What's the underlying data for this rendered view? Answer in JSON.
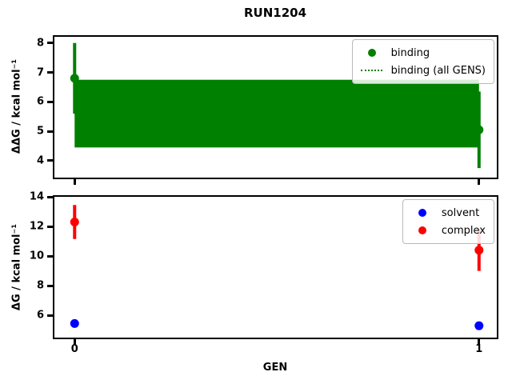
{
  "figure": {
    "background": "#ffffff",
    "axis_color": "#000000",
    "legend_border_color": "#b9b9b9"
  },
  "chart_data": [
    {
      "type": "scatter",
      "title": "RUN1204",
      "xlabel": "",
      "ylabel": "ΔΔG / kcal mol⁻¹",
      "x": [
        0,
        1
      ],
      "series": [
        {
          "name": "binding",
          "color": "#008000",
          "marker": "dot",
          "y": [
            6.8,
            5.05
          ],
          "yerr": [
            1.2,
            1.3
          ]
        },
        {
          "name": "binding (all GENS)",
          "color": "#008000",
          "marker": "dotted-line",
          "line_y": 5.6,
          "band": [
            4.45,
            6.75
          ],
          "band_x": [
            0,
            1
          ]
        }
      ],
      "xlim": [
        -0.05,
        1.04
      ],
      "ylim": [
        3.48,
        8.21
      ],
      "yticks": [
        4,
        5,
        6,
        7,
        8
      ],
      "xticks": [
        0,
        1
      ],
      "show_xtick_labels": false,
      "legend_position": "upper right",
      "grid": false
    },
    {
      "type": "scatter",
      "title": "",
      "xlabel": "GEN",
      "ylabel": "ΔG / kcal mol⁻¹",
      "x": [
        0,
        1
      ],
      "series": [
        {
          "name": "solvent",
          "color": "#0000ff",
          "marker": "dot",
          "y": [
            5.45,
            5.3
          ],
          "yerr": [
            0.1,
            0.1
          ]
        },
        {
          "name": "complex",
          "color": "#ff0000",
          "marker": "dot",
          "y": [
            12.3,
            10.4
          ],
          "yerr": [
            1.15,
            1.4
          ]
        }
      ],
      "xlim": [
        -0.05,
        1.04
      ],
      "ylim": [
        4.5,
        14
      ],
      "yticks": [
        6,
        8,
        10,
        12,
        14
      ],
      "xticks": [
        0,
        1
      ],
      "show_xtick_labels": true,
      "legend_position": "upper right",
      "grid": false
    }
  ]
}
